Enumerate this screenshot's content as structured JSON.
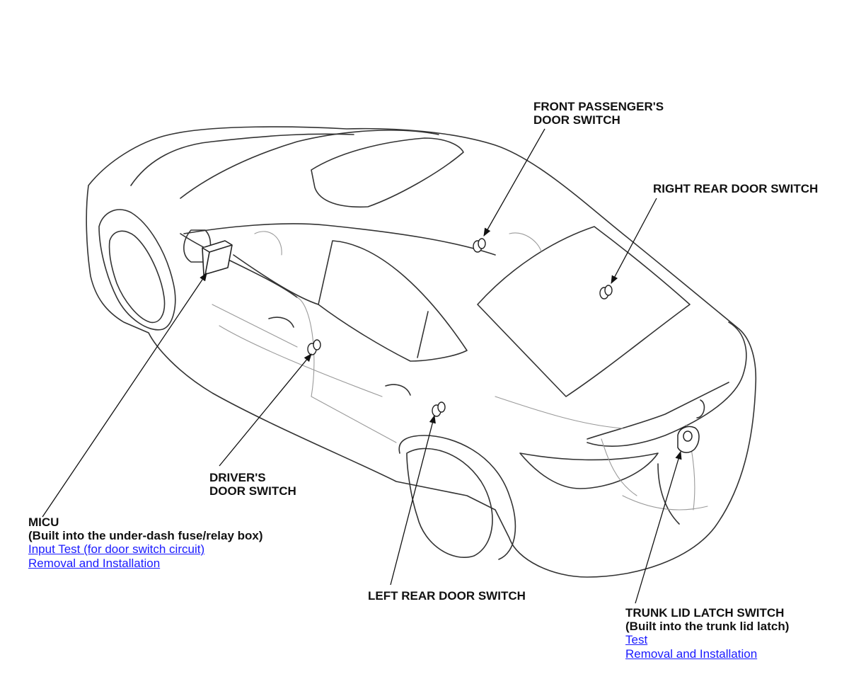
{
  "callouts": {
    "front_passenger": {
      "line1": "FRONT PASSENGER'S",
      "line2": "DOOR SWITCH"
    },
    "right_rear": {
      "text": "RIGHT REAR DOOR SWITCH"
    },
    "drivers": {
      "line1": "DRIVER'S",
      "line2": "DOOR SWITCH"
    },
    "micu": {
      "title": "MICU",
      "subtitle": "(Built into the under-dash fuse/relay box)",
      "links": [
        "Input Test (for door switch circuit)",
        "Removal and Installation"
      ]
    },
    "left_rear": {
      "text": "LEFT REAR DOOR SWITCH"
    },
    "trunk": {
      "title": "TRUNK LID LATCH SWITCH",
      "subtitle": "(Built into the trunk lid latch)",
      "links": [
        "Test",
        "Removal and Installation"
      ]
    }
  },
  "colors": {
    "link": "#1a1aff",
    "text": "#111111",
    "line": "#333333",
    "line_light": "#9a9a9a"
  }
}
